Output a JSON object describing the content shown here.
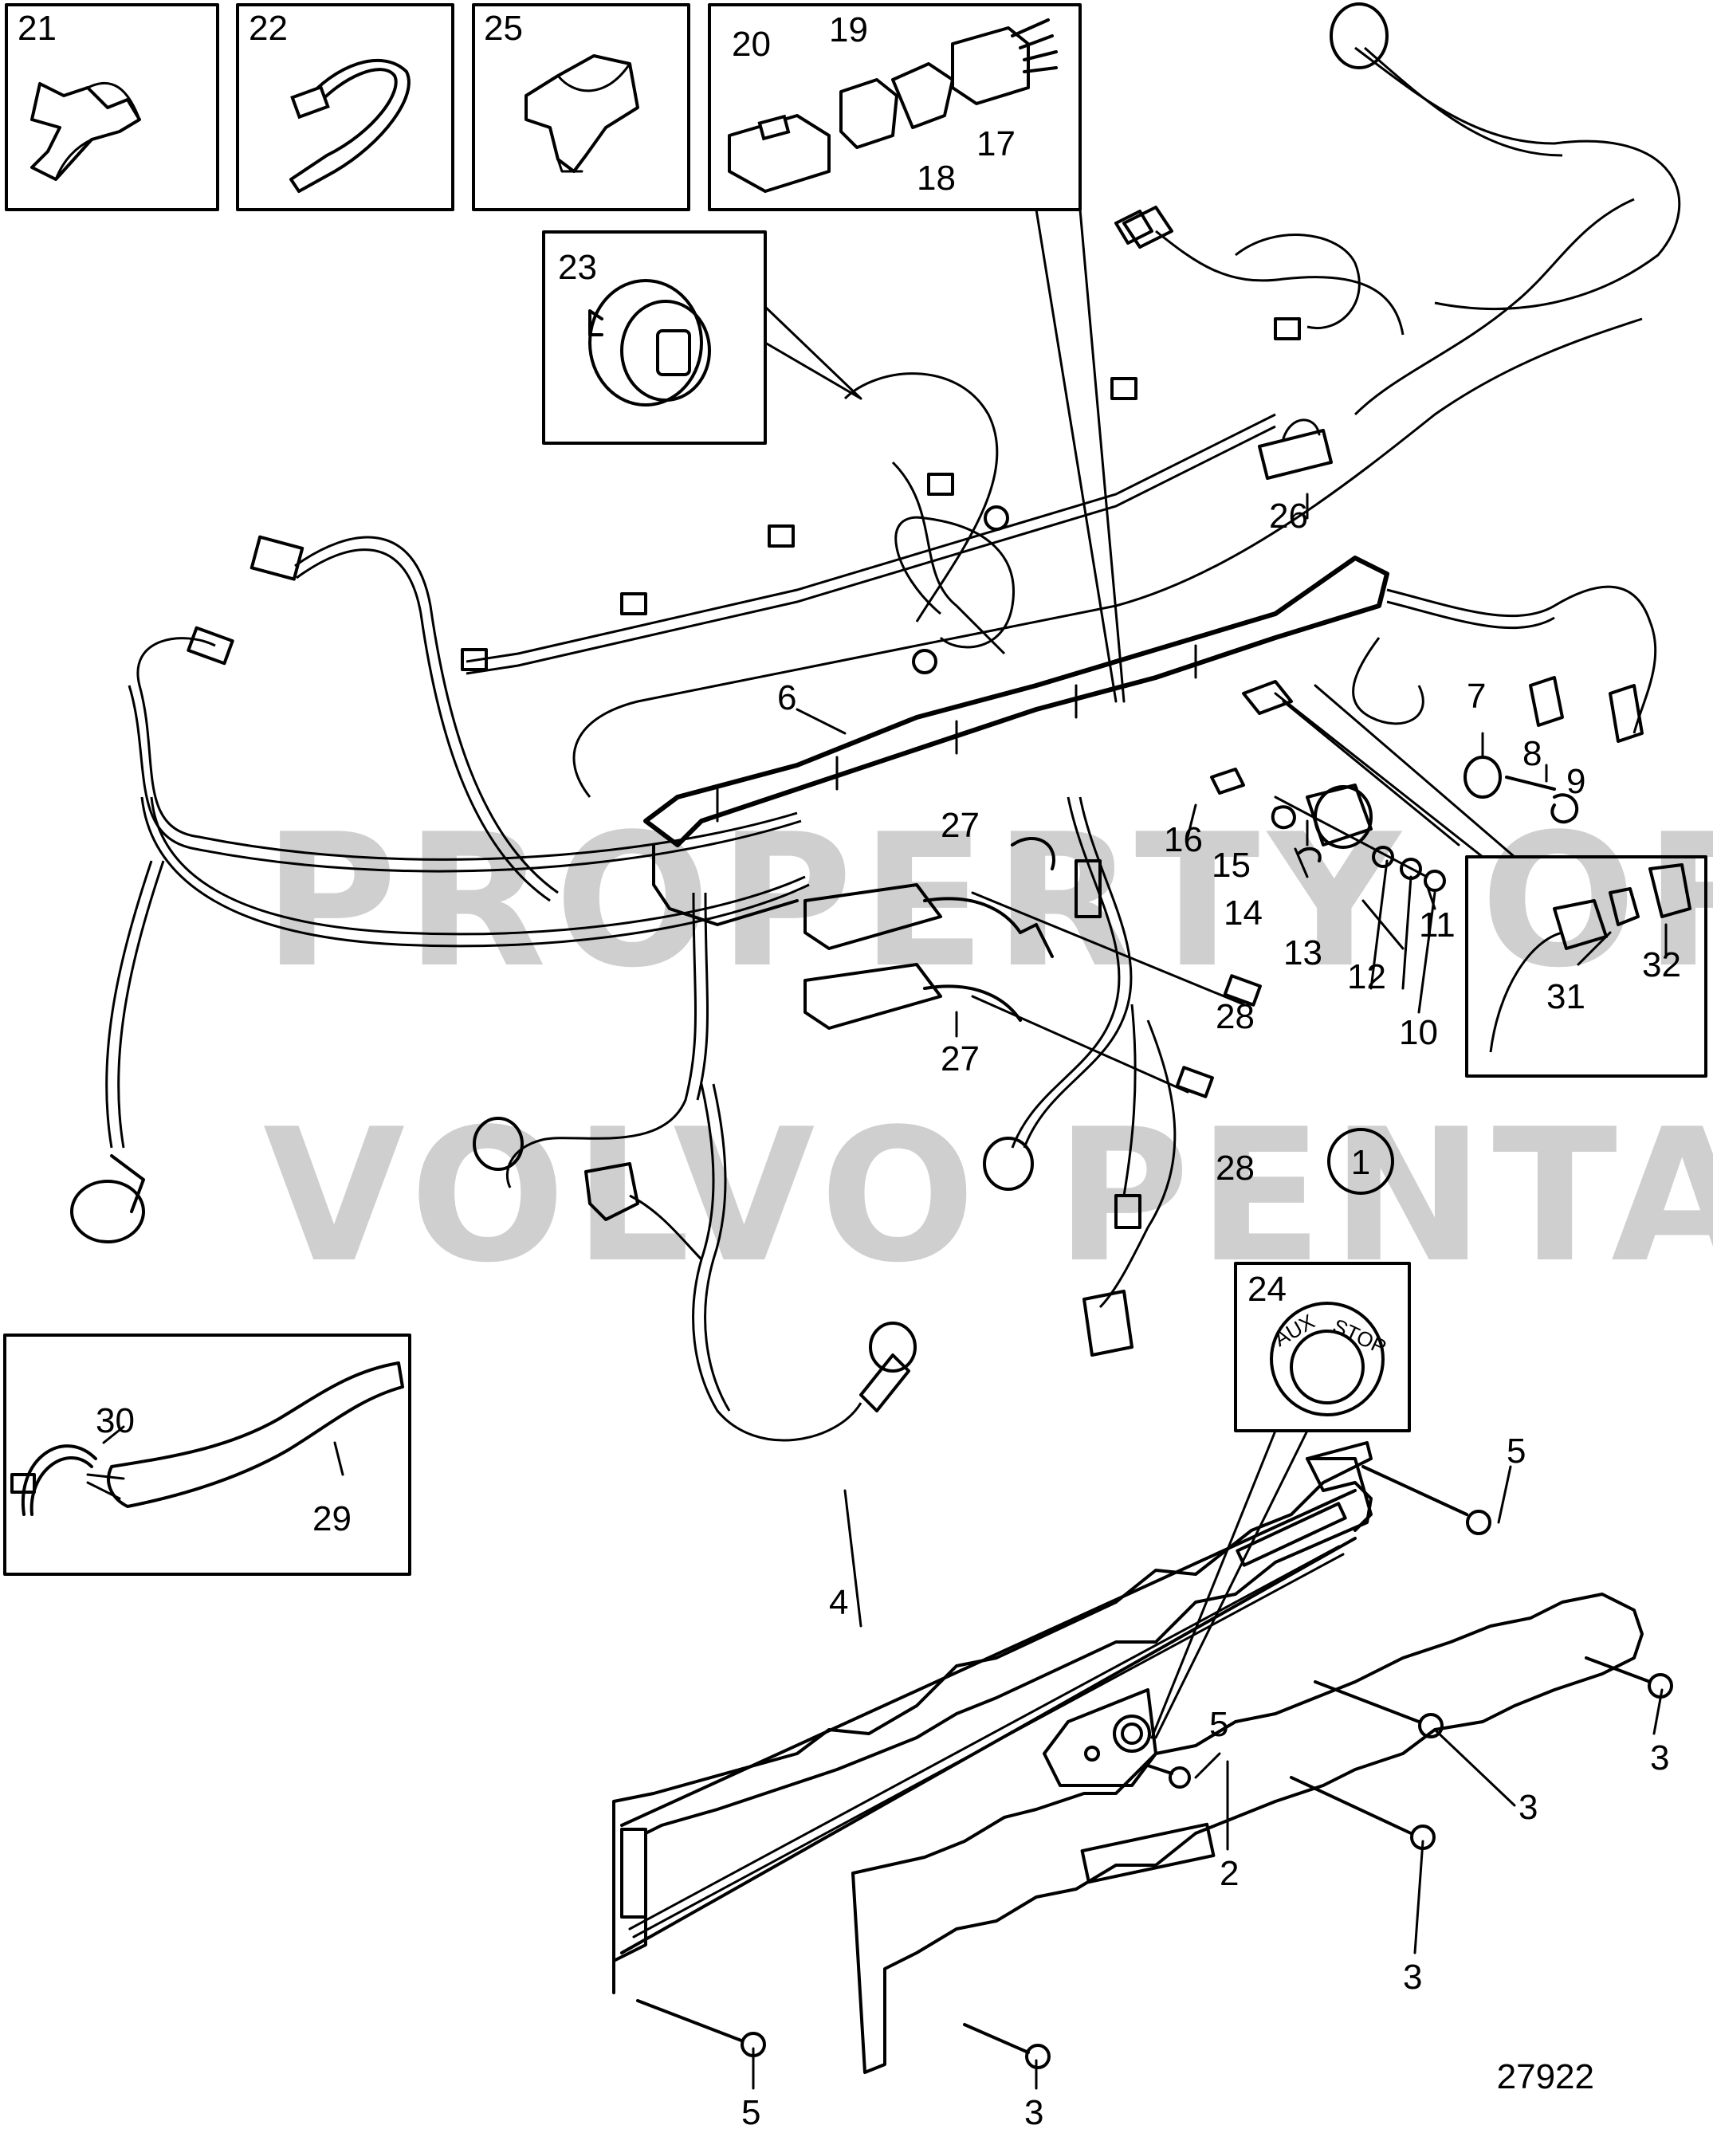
{
  "drawing": {
    "id": "27922",
    "watermark": [
      "PROPERTY OF",
      "VOLVO PENTA"
    ],
    "callout": "1",
    "aux_button": {
      "text_left": "AUX",
      "text_right": "STOP"
    }
  },
  "labels": {
    "n2": "2",
    "n3a": "3",
    "n3b": "3",
    "n3c": "3",
    "n3d": "3",
    "n4": "4",
    "n5a": "5",
    "n5b": "5",
    "n5c": "5",
    "n6": "6",
    "n7": "7",
    "n8": "8",
    "n9": "9",
    "n10": "10",
    "n11": "11",
    "n12": "12",
    "n13": "13",
    "n14": "14",
    "n15": "15",
    "n16": "16",
    "n17": "17",
    "n18": "18",
    "n19": "19",
    "n20": "20",
    "n21": "21",
    "n22": "22",
    "n23": "23",
    "n24": "24",
    "n25": "25",
    "n26": "26",
    "n27a": "27",
    "n27b": "27",
    "n28a": "28",
    "n28b": "28",
    "n29": "29",
    "n30": "30",
    "n31": "31",
    "n32": "32"
  }
}
